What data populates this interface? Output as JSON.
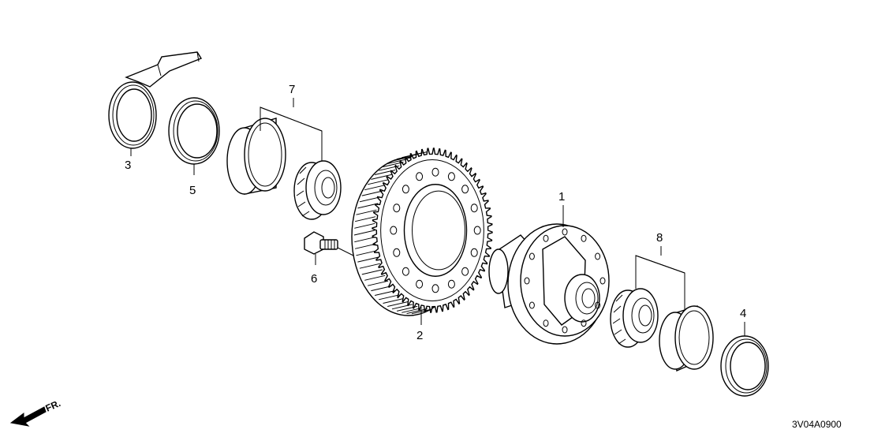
{
  "diagram": {
    "parts": [
      {
        "callout": "1",
        "name": "differential-case"
      },
      {
        "callout": "2",
        "name": "final-driven-gear"
      },
      {
        "callout": "3",
        "name": "shim-with-bracket"
      },
      {
        "callout": "4",
        "name": "shim"
      },
      {
        "callout": "5",
        "name": "oil-seal"
      },
      {
        "callout": "6",
        "name": "gear-bolt"
      },
      {
        "callout": "7",
        "name": "bearing-assembly-left"
      },
      {
        "callout": "8",
        "name": "bearing-assembly-right"
      }
    ],
    "direction_label": "FR.",
    "diagram_code": "3V04A0900"
  }
}
